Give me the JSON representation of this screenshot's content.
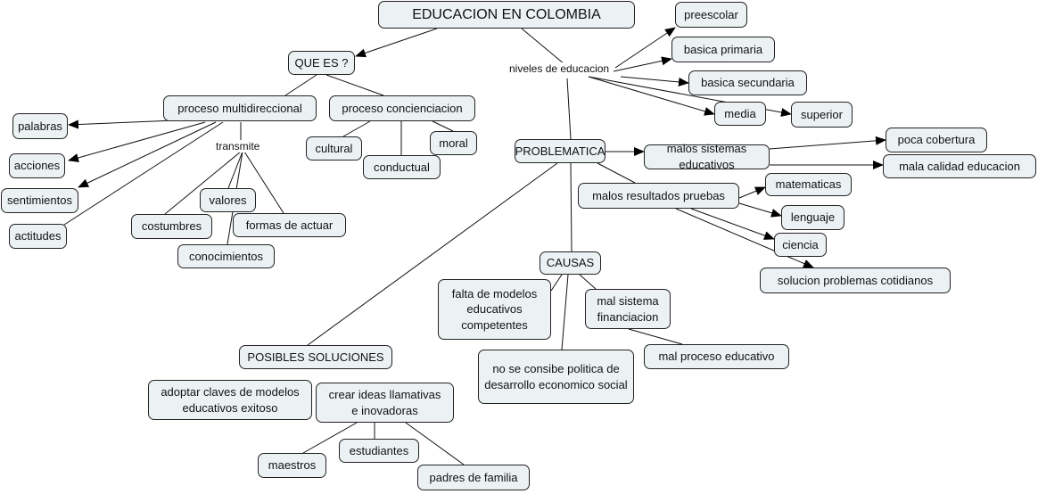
{
  "title": "EDUCACION EN COLOMBIA",
  "que_es": {
    "label": "QUE ES ?",
    "multi": "proceso multidireccional",
    "conc": "proceso concienciacion",
    "multi_items": [
      "palabras",
      "acciones",
      "sentimientos",
      "actitudes"
    ],
    "link_transmite": "transmite",
    "transmite_items": [
      "valores",
      "costumbres",
      "formas de actuar",
      "conocimientos"
    ],
    "conc_items": [
      "cultural",
      "conductual",
      "moral"
    ]
  },
  "niveles": {
    "link": "niveles de educacion",
    "items": [
      "preescolar",
      "basica primaria",
      "basica secundaria",
      "media",
      "superior"
    ]
  },
  "problematica": {
    "label": "PROBLEMATICA",
    "sistemas": "malos sistemas educativos",
    "sistemas_items": [
      "poca cobertura",
      "mala calidad educacion"
    ],
    "resultados": "malos resultados pruebas",
    "resultados_items": [
      "matematicas",
      "lenguaje",
      "ciencia",
      "solucion problemas cotidianos"
    ]
  },
  "causas": {
    "label": "CAUSAS",
    "items": [
      "falta de modelos educativos competentes",
      "mal sistema financiacion",
      "no se consibe politica de desarrollo economico social"
    ],
    "sub": "mal proceso educativo"
  },
  "soluciones": {
    "label": "POSIBLES SOLUCIONES",
    "items": [
      "adoptar claves de modelos educativos exitoso",
      "crear ideas llamativas e inovadoras"
    ],
    "crear_items": [
      "maestros",
      "estudiantes",
      "padres de familia"
    ]
  }
}
